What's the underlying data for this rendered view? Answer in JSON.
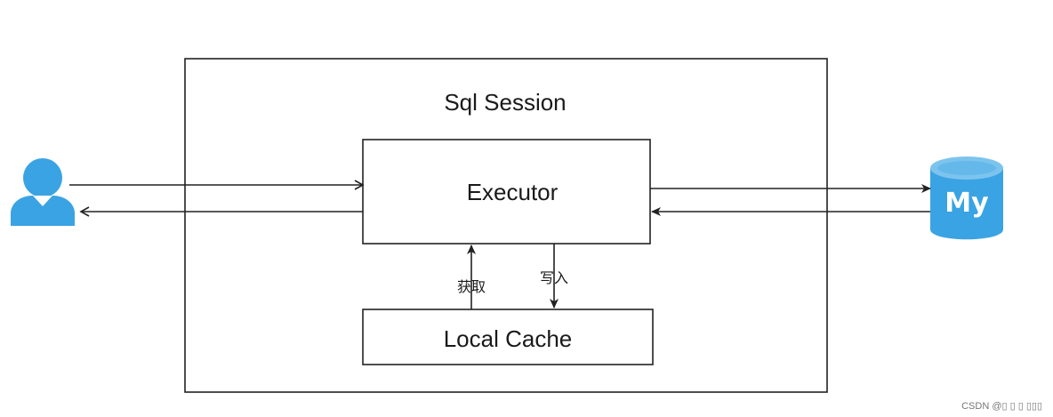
{
  "session": {
    "title": "Sql Session"
  },
  "executor": {
    "label": "Executor"
  },
  "local_cache": {
    "label": "Local Cache"
  },
  "edges": {
    "read_label": "获取",
    "write_label": "写入"
  },
  "database": {
    "logo_text": "My"
  },
  "colors": {
    "icon_blue": "#3aa3e3",
    "icon_blue_light": "#7cc4ee",
    "stroke": "#222222"
  },
  "icons": {
    "user": "user-icon",
    "database": "mysql-database-icon"
  },
  "watermark": "CSDN @▯ ▯ ▯ ▯▯▯"
}
